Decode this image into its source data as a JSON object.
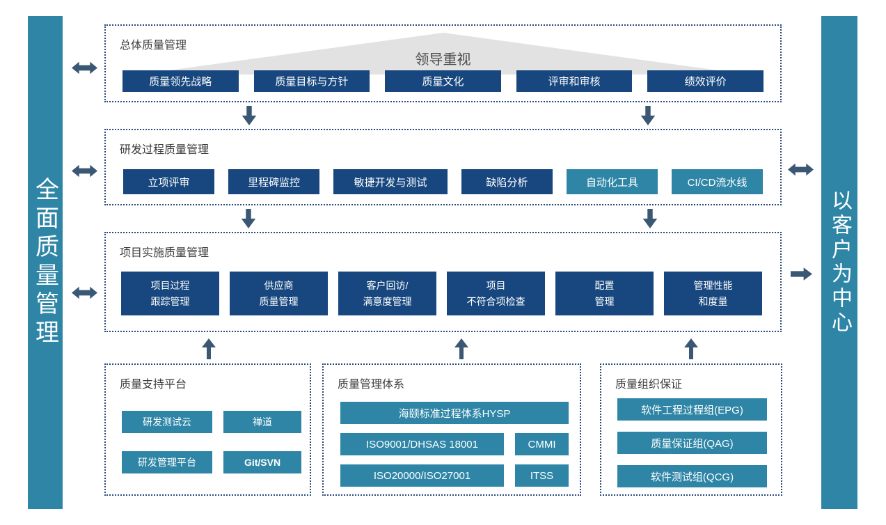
{
  "colors": {
    "dark_blue": "#17477E",
    "teal": "#2E85A6",
    "arrow": "#3A5774",
    "dotted_border": "#27497C",
    "triangle_gray": "#E2E2E2"
  },
  "left_banner": {
    "label": "全面质量管理"
  },
  "right_banner": {
    "label": "以客户为中心"
  },
  "overall": {
    "title": "总体质量管理",
    "leadership_banner": "领导重视",
    "items": [
      "质量领先战略",
      "质量目标与方针",
      "质量文化",
      "评审和审核",
      "绩效评价"
    ]
  },
  "rd_process": {
    "title": "研发过程质量管理",
    "items": [
      "立项评审",
      "里程碑监控",
      "敏捷开发与测试",
      "缺陷分析",
      "自动化工具",
      "CI/CD流水线"
    ]
  },
  "project_impl": {
    "title": "项目实施质量管理",
    "items": [
      "项目过程\n跟踪管理",
      "供应商\n质量管理",
      "客户回访/\n满意度管理",
      "项目\n不符合项检查",
      "配置\n管理",
      "管理性能\n和度量"
    ]
  },
  "support_platform": {
    "title": "质量支持平台",
    "items": [
      "研发测试云",
      "禅道",
      "研发管理平台",
      "Git/SVN"
    ]
  },
  "quality_system": {
    "title": "质量管理体系",
    "wide_item": "海颐标准过程体系HYSP",
    "items": [
      "ISO9001/DHSAS 18001",
      "CMMI",
      "ISO20000/ISO27001",
      "ITSS"
    ]
  },
  "quality_org": {
    "title": "质量组织保证",
    "items": [
      "软件工程过程组(EPG)",
      "质量保证组(QAG)",
      "软件测试组(QCG)"
    ]
  }
}
